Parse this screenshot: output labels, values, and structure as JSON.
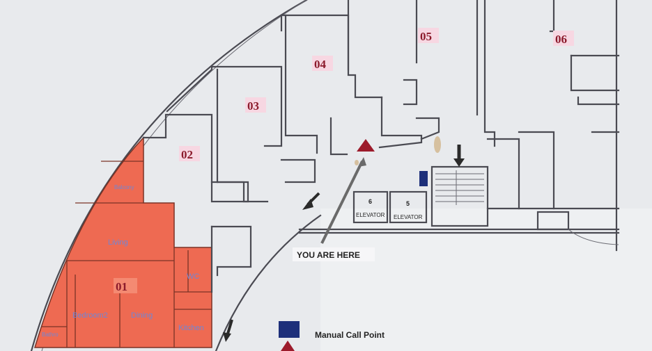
{
  "units": [
    {
      "id": "01",
      "label": "01"
    },
    {
      "id": "02",
      "label": "02"
    },
    {
      "id": "03",
      "label": "03"
    },
    {
      "id": "04",
      "label": "04"
    },
    {
      "id": "05",
      "label": "05"
    },
    {
      "id": "06",
      "label": "06"
    }
  ],
  "unit01_rooms": {
    "balcony": "Balcony",
    "living": "Living",
    "wc": "WC",
    "bedroom2": "Bedroom2",
    "dining": "Dining",
    "kitchen": "Kitchen",
    "bathroom": "Bathro"
  },
  "elevators": [
    {
      "number": "6",
      "label": "ELEVATOR"
    },
    {
      "number": "5",
      "label": "ELEVATOR"
    }
  ],
  "you_are_here": "YOU ARE HERE",
  "legend": {
    "manual_call_point": "Manual Call Point"
  },
  "colors": {
    "highlight_unit": "#ee6a52",
    "call_point": "#1d2f7a",
    "you_are_here_marker": "#9c1b2b",
    "exit_arrow": "#2a2a2a"
  }
}
